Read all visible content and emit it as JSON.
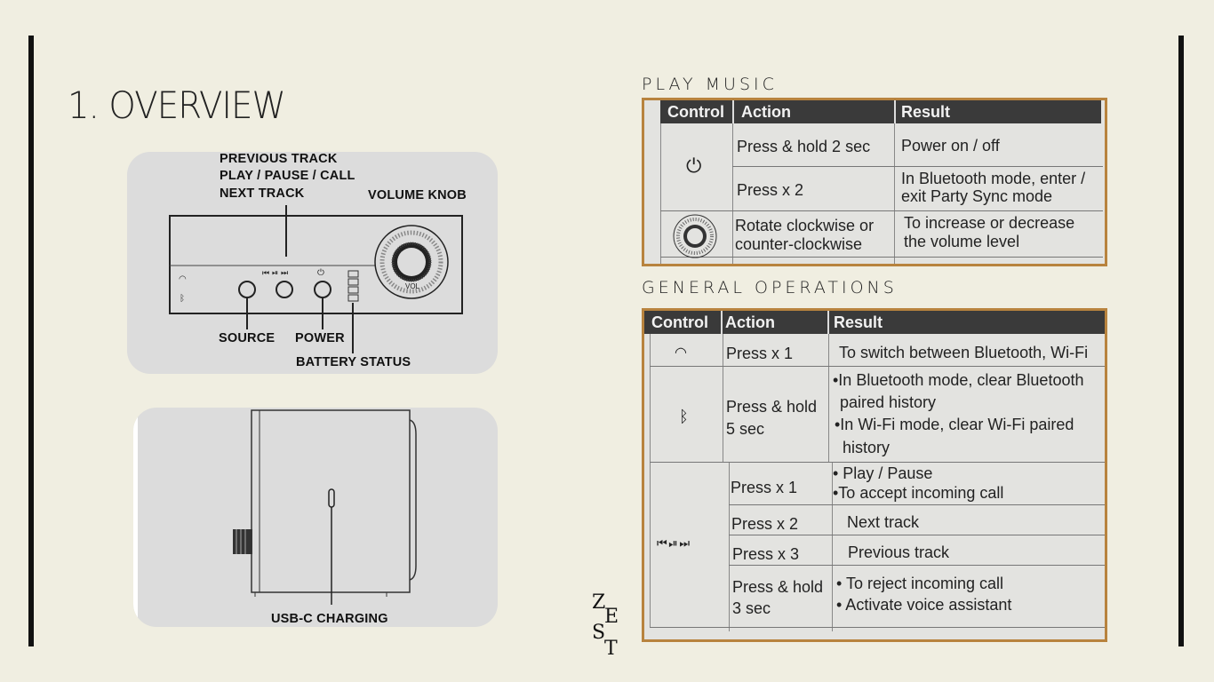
{
  "page": {
    "title": "1. OVERVIEW",
    "logo_letters": [
      "Z",
      "E",
      "S",
      "T"
    ]
  },
  "diagram_front": {
    "labels": {
      "previous_track": "PREVIOUS TRACK",
      "play_pause_call": "PLAY / PAUSE / CALL",
      "next_track": "NEXT TRACK",
      "volume_knob": "VOLUME KNOB",
      "source": "SOURCE",
      "power": "POWER",
      "battery_status": "BATTERY STATUS",
      "vol": "VOL"
    }
  },
  "diagram_side": {
    "labels": {
      "usb_c": "USB-C CHARGING"
    }
  },
  "play_music": {
    "heading": "PLAY MUSIC",
    "columns": [
      "Control",
      "Action",
      "Result"
    ],
    "rows": [
      {
        "control_icon": "power-icon",
        "action": "Press & hold 2 sec",
        "result_lines": [
          "Power on / off"
        ]
      },
      {
        "control_icon": "power-icon",
        "action": "Press x 2",
        "result_lines": [
          "In Bluetooth mode, enter /",
          "exit Party Sync mode"
        ]
      },
      {
        "control_icon": "volume-knob-icon",
        "action_lines": [
          "Rotate clockwise or",
          "counter-clockwise"
        ],
        "result_lines": [
          "To increase or decrease",
          "the volume level"
        ]
      }
    ]
  },
  "general_operations": {
    "heading": "GENERAL OPERATIONS",
    "columns": [
      "Control",
      "Action",
      "Result"
    ],
    "rows": [
      {
        "control_icon": "wifi-icon",
        "action_lines": [
          "Press x 1"
        ],
        "result_lines": [
          "To switch between Bluetooth, Wi-Fi"
        ]
      },
      {
        "control_icon": "bluetooth-icon",
        "action_lines": [
          "Press & hold",
          "5 sec"
        ],
        "result_lines": [
          "•In Bluetooth mode, clear Bluetooth",
          "paired history",
          "•In Wi-Fi mode, clear Wi-Fi paired",
          "history"
        ]
      },
      {
        "control_icon": "playback-icons",
        "action_lines": [
          "Press x 1"
        ],
        "result_lines": [
          "• Play / Pause",
          "•To accept incoming call"
        ]
      },
      {
        "control_icon": "playback-icons",
        "action_lines": [
          "Press x 2"
        ],
        "result_lines": [
          "Next track"
        ]
      },
      {
        "control_icon": "playback-icons",
        "action_lines": [
          "Press x 3"
        ],
        "result_lines": [
          "Previous track"
        ]
      },
      {
        "control_icon": "playback-icons",
        "action_lines": [
          "Press & hold",
          "3 sec"
        ],
        "result_lines": [
          "• To reject incoming call",
          "• Activate voice assistant"
        ]
      }
    ]
  }
}
